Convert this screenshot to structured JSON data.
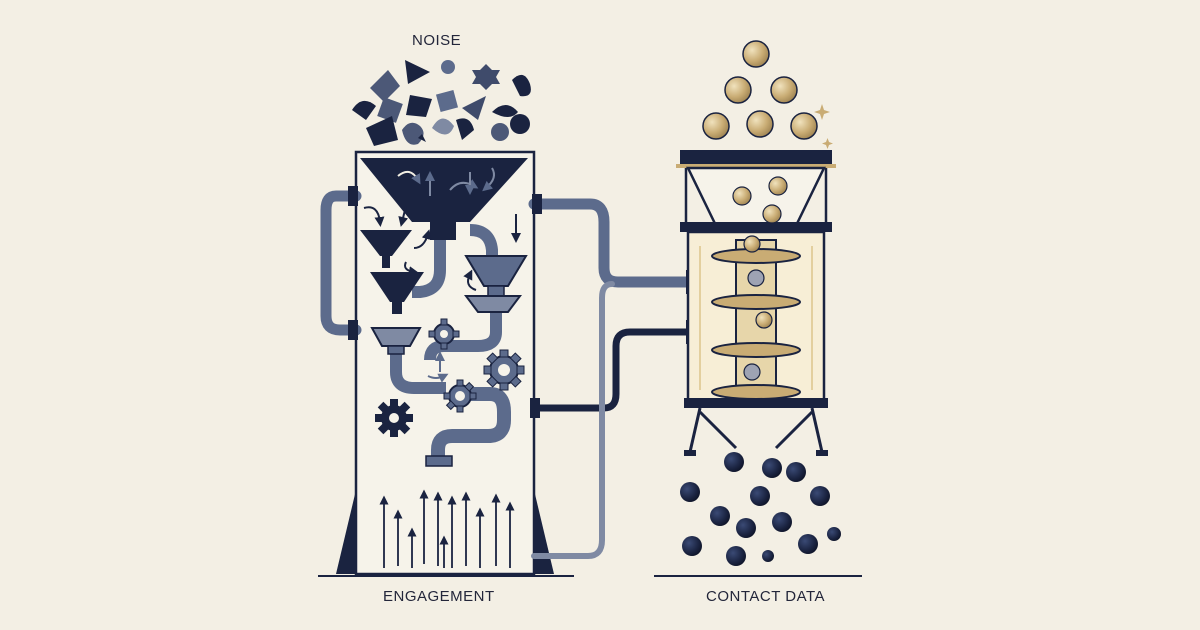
{
  "labels": {
    "noise": "NOISE",
    "engagement": "ENGAGEMENT",
    "contact_data": "CONTACT DATA"
  },
  "colors": {
    "background": "#f3efe4",
    "navy": "#1a2340",
    "steel_blue": "#5c6b8c",
    "gray_blue": "#7f8aa3",
    "gold": "#c9ac74",
    "gold_light": "#e7d6aa",
    "cream": "#f3efe4"
  }
}
